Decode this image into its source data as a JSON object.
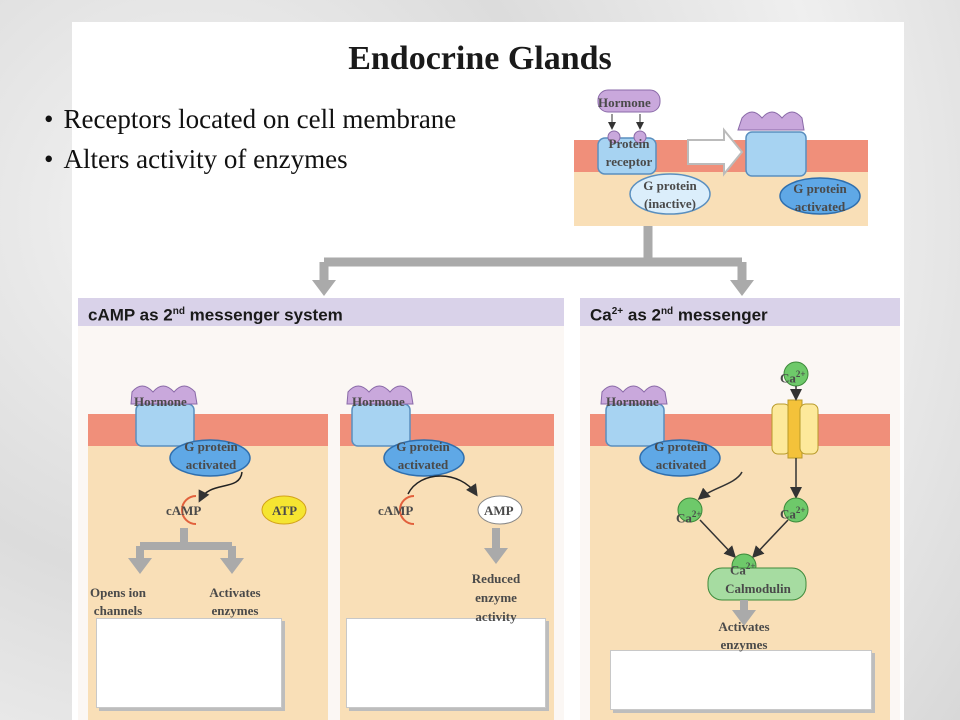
{
  "title": "Endocrine Glands",
  "bullets": [
    "Receptors located on cell membrane",
    "Alters activity of enzymes"
  ],
  "top_diagram": {
    "hormone": "Hormone",
    "receptor_line1": "Protein",
    "receptor_line2": "receptor",
    "gprotein_inactive_line1": "G protein",
    "gprotein_inactive_line2": "(inactive)",
    "gprotein_active_line1": "G protein",
    "gprotein_active_line2": "activated"
  },
  "panels": {
    "camp": {
      "header": "cAMP  as 2",
      "header_sup": "nd",
      "header_tail": " messenger system",
      "left": {
        "hormone": "Hormone",
        "gprotein_line1": "G protein",
        "gprotein_line2": "activated",
        "camp": "cAMP",
        "atp": "ATP",
        "outcome1_line1": "Opens ion",
        "outcome1_line2": "channels",
        "outcome2_line1": "Activates",
        "outcome2_line2": "enzymes"
      },
      "right": {
        "hormone": "Hormone",
        "gprotein_line1": "G protein",
        "gprotein_line2": "activated",
        "camp": "cAMP",
        "amp": "AMP",
        "outcome_line1": "Reduced",
        "outcome_line2": "enzyme",
        "outcome_line3": "activity"
      }
    },
    "calcium": {
      "header_pre": "Ca",
      "header_sup1": "2+",
      "header_mid": " as 2",
      "header_sup2": "nd",
      "header_tail": " messenger",
      "hormone": "Hormone",
      "gprotein_line1": "G protein",
      "gprotein_line2": "activated",
      "ca": "Ca",
      "ca_sup": "2+",
      "calmodulin": "Calmodulin",
      "outcome_line1": "Activates",
      "outcome_line2": "enzymes"
    }
  },
  "colors": {
    "membrane": "#f08f7a",
    "cytoplasm": "#f9dfb7",
    "receptor": "#a7d3f2",
    "hormone": "#c9a8dc",
    "gprotein": "#5fa8e6",
    "calcium": "#6ec96a",
    "arrow": "#aaaaaa",
    "header": "#d9d2e9"
  }
}
